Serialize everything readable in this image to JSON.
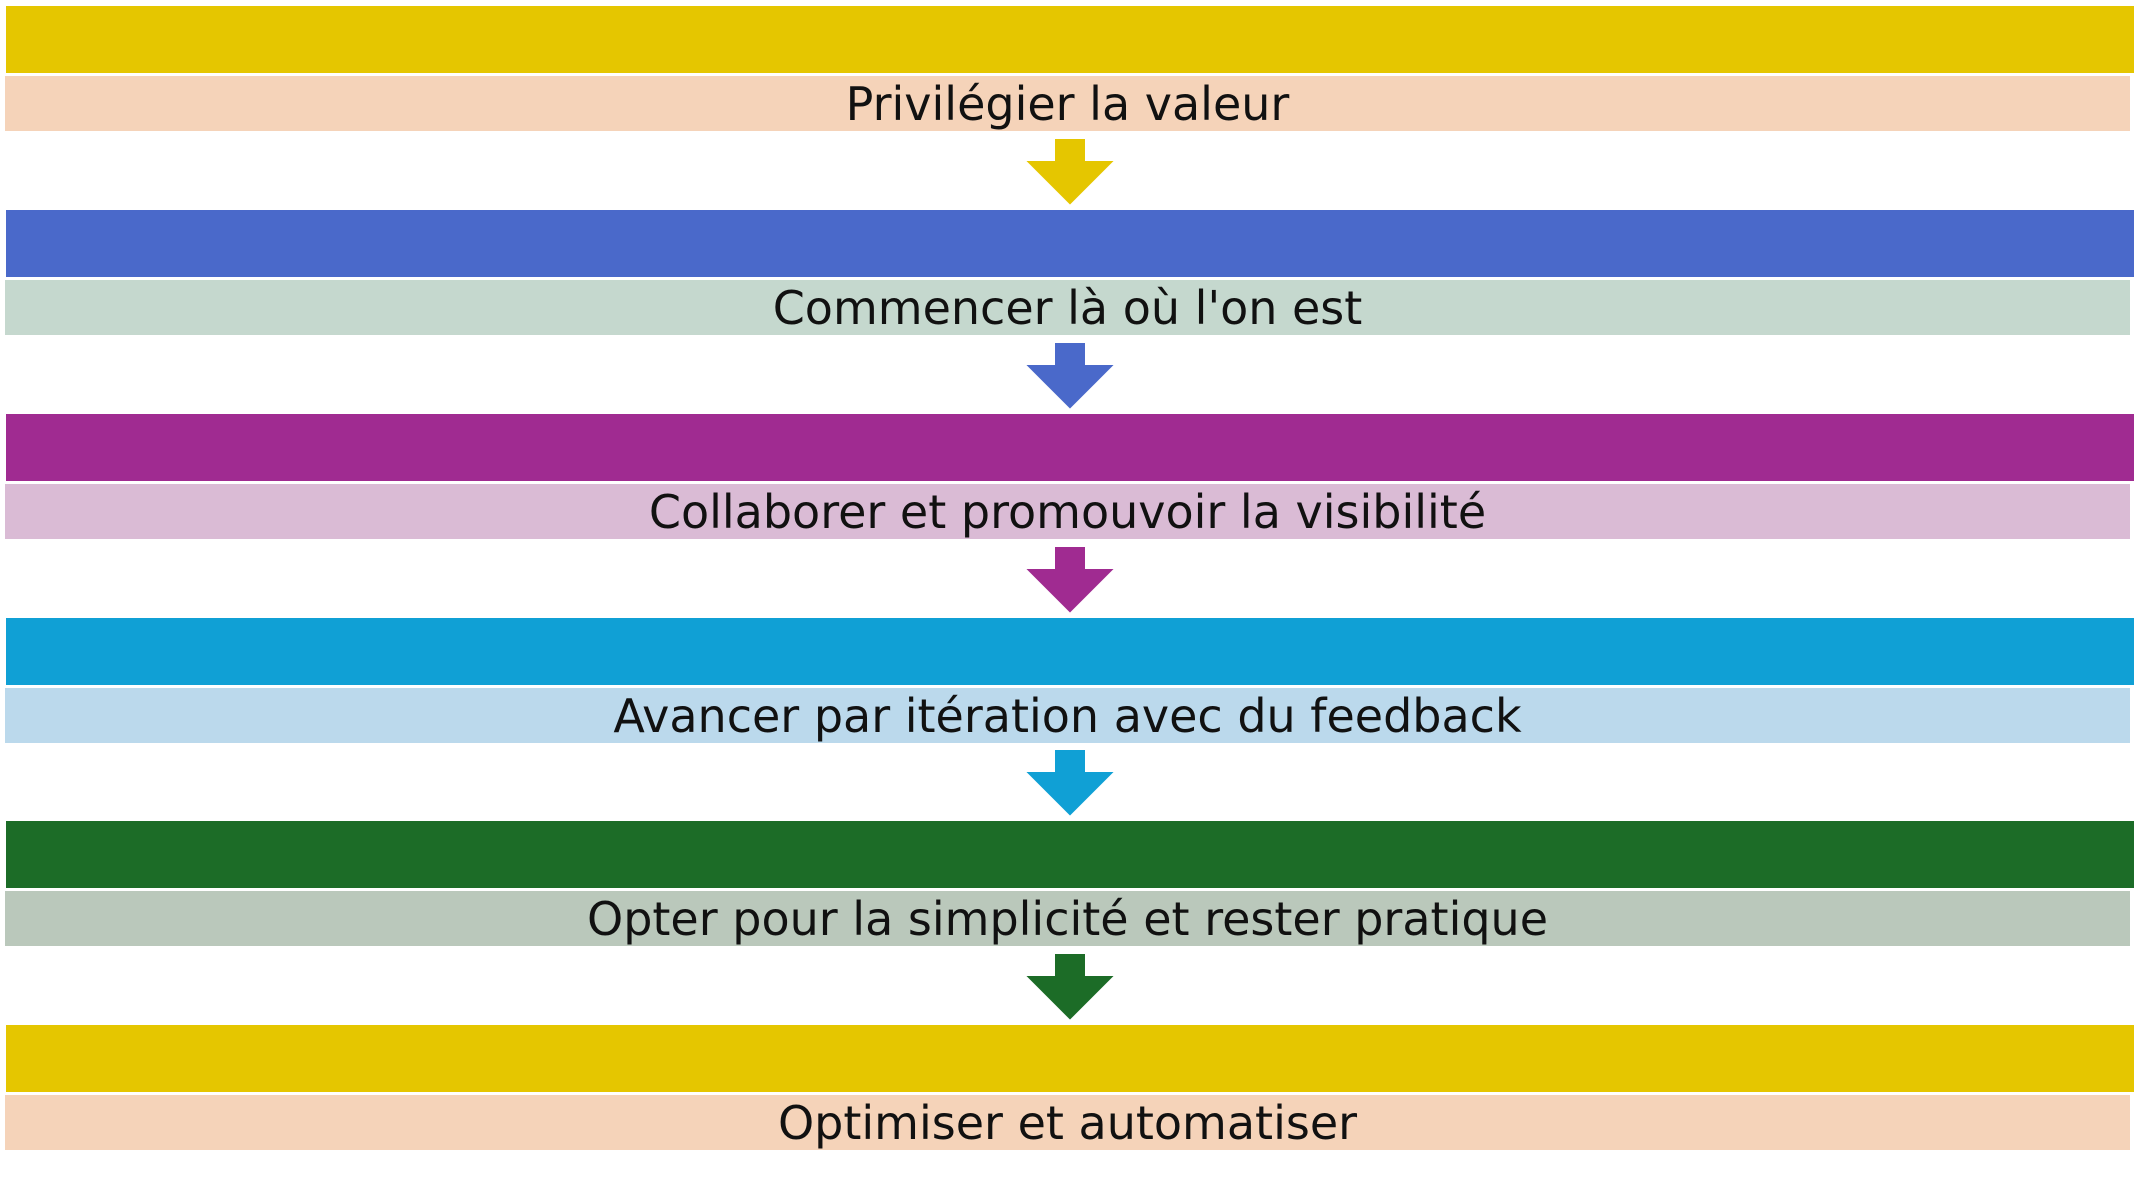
{
  "diagram": {
    "steps": [
      {
        "label": "Privilégier la valeur",
        "bar_color": "#E5C600",
        "box_color": "#F5D3B9"
      },
      {
        "label": "Commencer là où l'on est",
        "bar_color": "#4A69CA",
        "box_color": "#C5D8CE"
      },
      {
        "label": "Collaborer et promouvoir la visibilité",
        "bar_color": "#A02B91",
        "box_color": "#DABBD5"
      },
      {
        "label": "Avancer par itération avec du feedback",
        "bar_color": "#10A0D5",
        "box_color": "#BBD9EC"
      },
      {
        "label": "Opter pour la simplicité et rester pratique",
        "bar_color": "#1C6C27",
        "box_color": "#BAC8BB"
      },
      {
        "label": "Optimiser et automatiser",
        "bar_color": "#E5C600",
        "box_color": "#F5D3B9"
      }
    ],
    "arrows": [
      {
        "icon": "down-arrow-icon",
        "color": "#E5C600"
      },
      {
        "icon": "down-arrow-icon",
        "color": "#4A69CA"
      },
      {
        "icon": "down-arrow-icon",
        "color": "#A02B91"
      },
      {
        "icon": "down-arrow-icon",
        "color": "#10A0D5"
      },
      {
        "icon": "down-arrow-icon",
        "color": "#1C6C27"
      }
    ]
  }
}
